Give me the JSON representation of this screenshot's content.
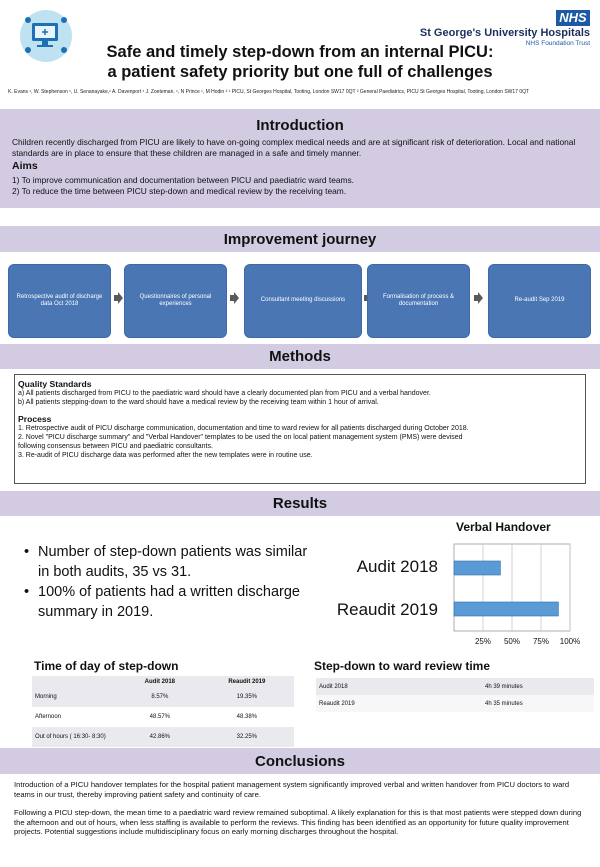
{
  "header": {
    "nhs_badge": "NHS",
    "hospital_name": "St George's University Hospitals",
    "trust_name": "NHS Foundation Trust",
    "title_line1": "Safe and timely step-down from an internal PICU:",
    "title_line2": "a patient safety priority but one full of challenges",
    "authors": "K. Evans ¹, W. Stephenson ¹, U. Senanayake,¹ A. Davenport ¹ J. Zoeteman. ¹, N Prince ¹, M Hodin ² ¹ PICU, St Georges Hospital, Tooting, London SW17 0QT ² General Paediatrics, PICU St Georges Hospital, Tooting, London SW17 0QT"
  },
  "introduction": {
    "heading": "Introduction",
    "body": "Children recently discharged from PICU are likely to have on-going complex medical needs and are at significant risk of deterioration. Local and national standards are in place to ensure that these children are managed in a safe and timely manner.",
    "aims_heading": "Aims",
    "aims": [
      "1) To improve communication and documentation between PICU and paediatric ward teams.",
      "2) To reduce the time between PICU step-down and medical review by the receiving team."
    ]
  },
  "journey": {
    "heading": "Improvement journey",
    "steps": [
      "Retrospective audit of discharge data Oct 2018",
      "Questionnaires of personal experiences",
      "Consultant meeting discussions",
      "Formalisation of process & documentation",
      "Re-audit Sep 2019"
    ]
  },
  "methods": {
    "heading": "Methods",
    "quality_heading": "Quality Standards",
    "quality": [
      "a) All patients discharged from PICU to the paediatric ward should have a clearly documented plan from PICU and a verbal handover.",
      "b) All patients stepping-down to the ward should have a medical review by the receiving team within 1 hour of arrival."
    ],
    "process_heading": "Process",
    "process": [
      "1. Retrospective audit of PICU discharge communication, documentation and time to ward review for all patients discharged during October 2018.",
      "2. Novel \"PICU discharge summary\" and \"Verbal Handover\" templates to be used the on local patient management system (PMS) were devised",
      "following consensus between PICU and paediatric consultants.",
      "3. Re-audit of PICU discharge data was performed after the new templates were in routine use."
    ]
  },
  "results": {
    "heading": "Results",
    "bullets": [
      "Number of step-down patients was similar in both audits, 35 vs 31.",
      "100% of patients had a written discharge summary in 2019."
    ]
  },
  "chart_data": {
    "type": "bar",
    "orientation": "horizontal",
    "title": "Verbal Handover",
    "categories": [
      "Audit 2018",
      "Reaudit 2019"
    ],
    "values": [
      40,
      90
    ],
    "xlim": [
      0,
      100
    ],
    "xticks": [
      "25%",
      "50%",
      "75%",
      "100%"
    ],
    "tick_values": [
      25,
      50,
      75,
      100
    ],
    "grid": true,
    "bar_color": "#5b9bd5"
  },
  "time_of_day": {
    "title": "Time of day of step-down",
    "columns": [
      "",
      "Audit 2018",
      "Reaudit 2019"
    ],
    "rows": [
      [
        "Morning",
        "8.57%",
        "19.35%"
      ],
      [
        "Afternoon",
        "48.57%",
        "48.38%"
      ],
      [
        "Out of hours ( 16:30- 8:30)",
        "42.86%",
        "32.25%"
      ]
    ]
  },
  "ward_review": {
    "title": "Step-down to ward review time",
    "rows": [
      [
        "Audit 2018",
        "4h  39  minutes"
      ],
      [
        "Reaudit 2019",
        "4h  35 minutes"
      ]
    ]
  },
  "conclusions": {
    "heading": "Conclusions",
    "para1": "Introduction of a  PICU handover templates for the hospital patient management system significantly improved verbal and written handover from PICU doctors to ward teams in our trust, thereby improving patient safety and continuity of care.",
    "para2": "Following a  PICU step-down, the mean time to a  paediatric ward review remained suboptimal. A likely explanation for this is that most patients were stepped down during the afternoon and out of hours, when less staffing is available to perform the reviews. This finding has been identified as an opportunity for future quality improvement projects. Potential suggestions include multidisciplinary focus on early morning discharges throughout the hospital."
  }
}
